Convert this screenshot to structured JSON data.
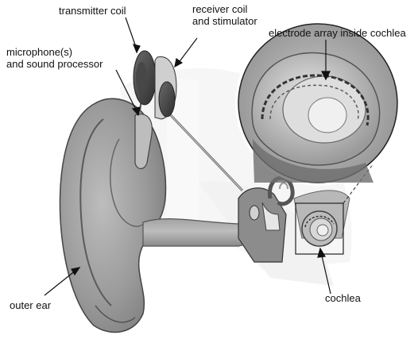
{
  "labels": {
    "transmitter": "transmitter coil",
    "receiver_line1": "receiver coil",
    "receiver_line2": "and stimulator",
    "microphone_line1": "microphone(s)",
    "microphone_line2": "and sound processor",
    "electrode": "electrode array inside cochlea",
    "cochlea": "cochlea",
    "outer_ear": "outer ear"
  }
}
